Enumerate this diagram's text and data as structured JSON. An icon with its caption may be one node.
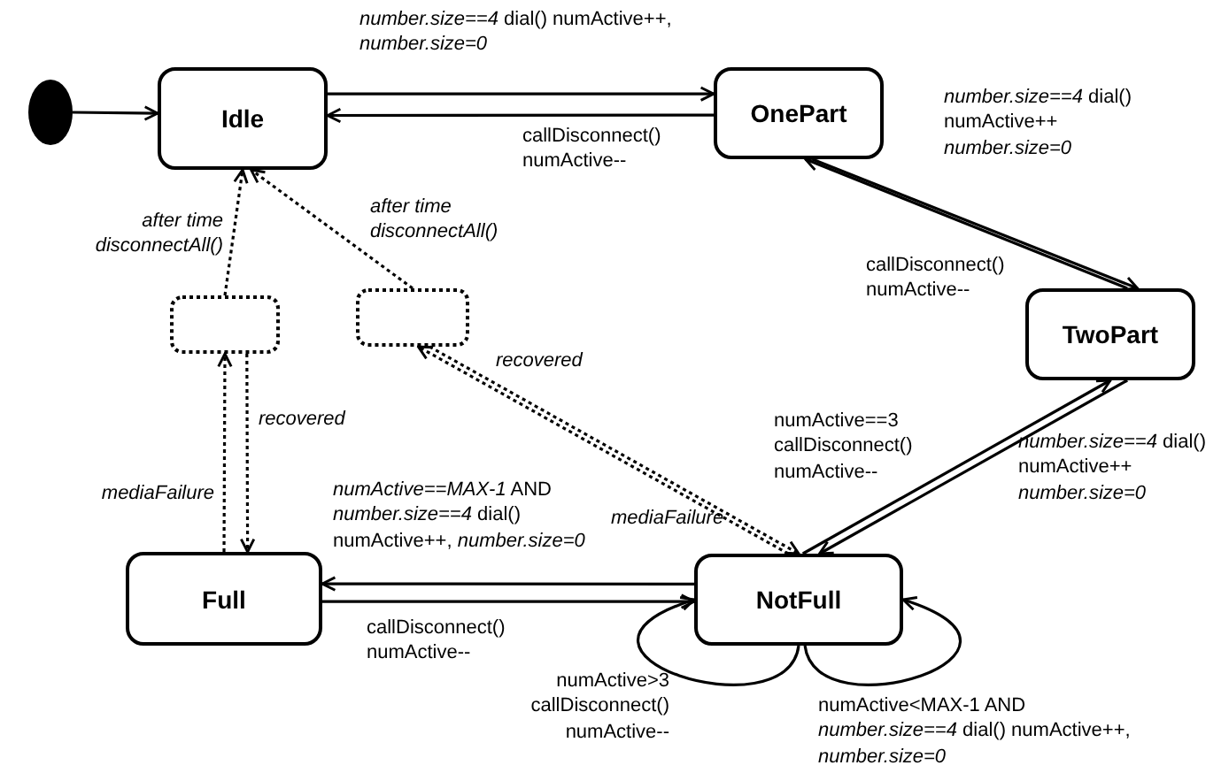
{
  "diagram": {
    "nodes": [
      {
        "text": [],
        "shape": "circle"
      },
      {
        "text": [
          "Idle"
        ]
      },
      {
        "text": [
          "OnePart"
        ]
      },
      {
        "text": [
          "TwoPart"
        ]
      },
      {
        "text": [
          "Full"
        ]
      },
      {
        "text": [
          "NotFull"
        ]
      },
      {
        "text": [],
        "shape": "box"
      },
      {
        "text": [],
        "shape": "box"
      }
    ],
    "edges": [
      {
        "from": 0,
        "to": 1,
        "arrow": "to"
      },
      {
        "from": 1,
        "to": 2,
        "arrow": "to",
        "label": "*number.size==4* dial() numActive++, *number.size=0*"
      },
      {
        "from": 2,
        "to": 1,
        "arrow": "to",
        "label": "callDisconnect() numActive--"
      },
      {
        "from": 2,
        "to": 3,
        "arrow": "to",
        "label": "*number.size==4* dial() numActive++ *number.size=0*"
      },
      {
        "from": 3,
        "to": 2,
        "arrow": "to",
        "label": "callDisconnect() numActive--"
      },
      {
        "from": 3,
        "to": 5,
        "arrow": "to",
        "label": "*number.size==4* dial() numActive++ *number.size=0*"
      },
      {
        "from": 5,
        "to": 3,
        "arrow": "to",
        "label": "numActive==3 callDisconnect() numActive--"
      },
      {
        "from": 5,
        "to": 4,
        "arrow": "to",
        "label": "*numActive==MAX-1* AND *number.size==4* dial() numActive++, *number.size=0*"
      },
      {
        "from": 4,
        "to": 5,
        "arrow": "to",
        "label": "callDisconnect() numActive--"
      },
      {
        "from": 5,
        "to": 5,
        "arrow": "to",
        "label": "numActive>3 callDisconnect() numActive--"
      },
      {
        "from": 5,
        "to": 5,
        "arrow": "to",
        "label": "numActive<MAX-1 AND *number.size==4* dial() numActive++, *number.size=0*"
      },
      {
        "from": 4,
        "to": 6,
        "arrow": "to",
        "style": "dashed",
        "label": "*mediaFailure*"
      },
      {
        "from": 6,
        "to": 4,
        "arrow": "to",
        "style": "dashed",
        "label": "*recovered*"
      },
      {
        "from": 6,
        "to": 1,
        "arrow": "to",
        "style": "dashed",
        "label": "*after time disconnectAll()*"
      },
      {
        "from": 5,
        "to": 7,
        "arrow": "to",
        "style": "dashed",
        "label": "*mediaFailure*"
      },
      {
        "from": 7,
        "to": 5,
        "arrow": "to",
        "style": "dashed",
        "label": "*recovered*"
      },
      {
        "from": 7,
        "to": 1,
        "arrow": "to",
        "style": "dashed",
        "label": "*after time disconnectAll()*"
      }
    ]
  }
}
